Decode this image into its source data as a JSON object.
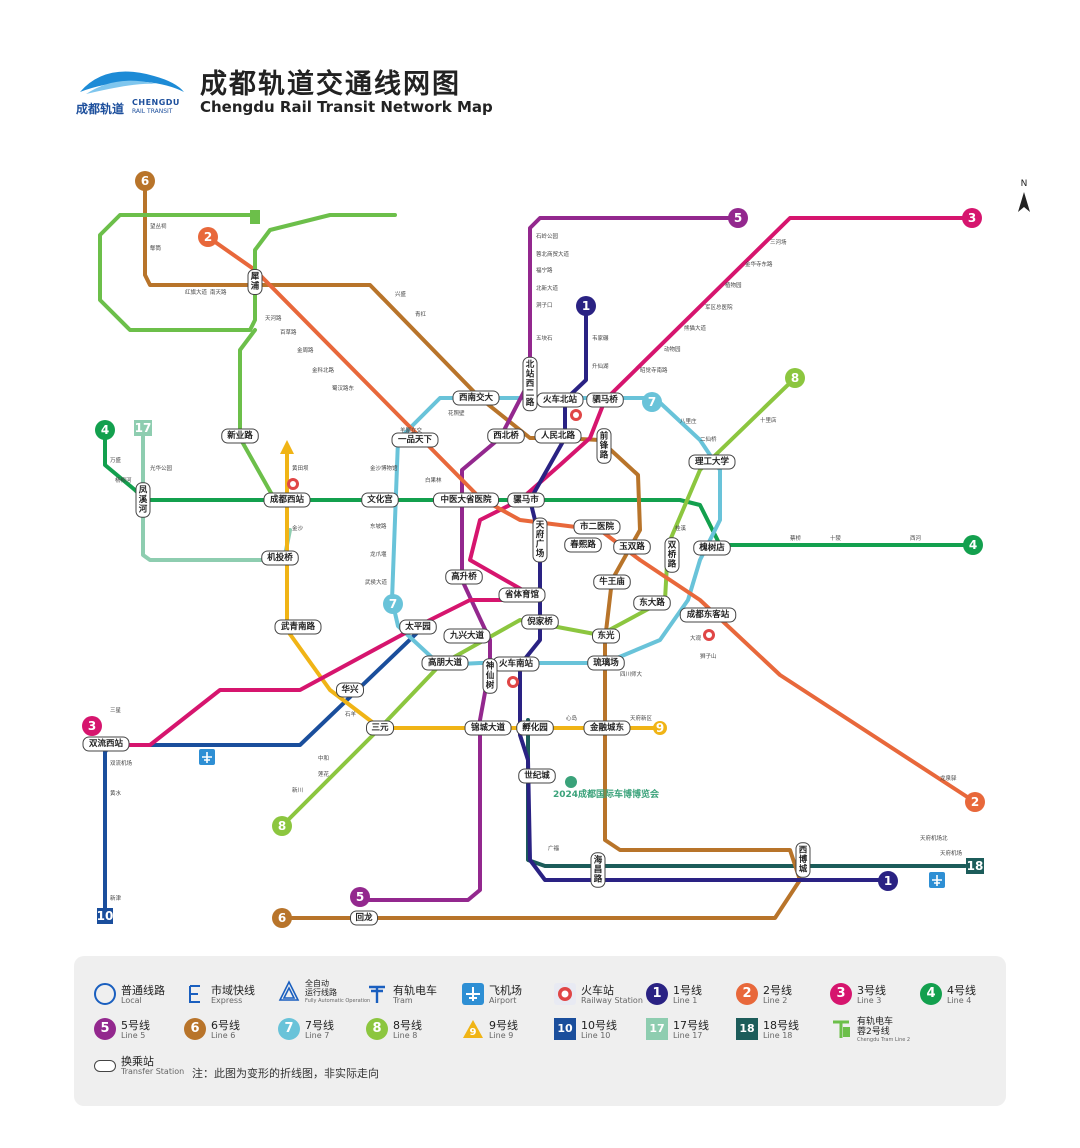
{
  "header": {
    "logo_cn": "成都轨道",
    "logo_en_1": "CHENGDU",
    "logo_en_2": "RAIL TRANSIT",
    "title_cn": "成都轨道交通线网图",
    "title_en": "Chengdu Rail Transit Network Map"
  },
  "compass": "N",
  "lines": [
    {
      "id": "1",
      "color": "#2a2283"
    },
    {
      "id": "2",
      "color": "#e8683b"
    },
    {
      "id": "3",
      "color": "#d6156e"
    },
    {
      "id": "4",
      "color": "#13a04e"
    },
    {
      "id": "5",
      "color": "#93288e"
    },
    {
      "id": "6",
      "color": "#b8742a"
    },
    {
      "id": "7",
      "color": "#69c3d9"
    },
    {
      "id": "8",
      "color": "#8cc63f"
    },
    {
      "id": "9",
      "color": "#f0b416"
    },
    {
      "id": "10",
      "color": "#1a4e9c"
    },
    {
      "id": "17",
      "color": "#8ecdb0"
    },
    {
      "id": "18",
      "color": "#1c5c5a"
    },
    {
      "id": "T2",
      "color": "#6cbf4a"
    }
  ],
  "transfer_stations": [
    "犀浦",
    "新业路",
    "成都西站",
    "文化宫",
    "一品天下",
    "中医大省医院",
    "西南交大",
    "西北桥",
    "北站西二路",
    "火车北站",
    "人民北路",
    "驷马桥",
    "前锋路",
    "骡马市",
    "天府广场",
    "市二医院",
    "春熙路",
    "玉双路",
    "双桥路",
    "理工大学",
    "槐树店",
    "牛王庙",
    "东大路",
    "成都东客站",
    "东光",
    "琉璃场",
    "省体育馆",
    "倪家桥",
    "高升桥",
    "九兴大道",
    "太平园",
    "武青南路",
    "机投桥",
    "高朋大道",
    "火车南站",
    "神仙树",
    "华兴",
    "三元",
    "锦城大道",
    "孵化园",
    "金融城东",
    "世纪城",
    "海昌路",
    "西博城",
    "回龙",
    "双流西站",
    "凤溪河"
  ],
  "stations": {
    "l3_north": "三河场",
    "l3_a": "金华寺东路",
    "l3_b": "植物园",
    "l3_c": "军区总医院",
    "l3_d": "熊猫大道",
    "l3_e": "动物园",
    "l3_f": "昭觉寺南路",
    "l1_a": "韦家碾",
    "l1_b": "升仙湖",
    "l5_a": "石岭公园",
    "l5_b": "蓉北商贸大道",
    "l5_c": "福宁路",
    "l5_d": "北新大道",
    "l5_e": "洞子口",
    "l5_f": "五块石",
    "l6_a": "望丛祠",
    "l6_b": "郫筒",
    "l6_c": "红旗大道",
    "l6_d": "南天路",
    "l6_e": "兴盛",
    "l6_f": "青杠",
    "l2_a": "天河路",
    "l2_b": "百草路",
    "l2_c": "金周路",
    "l2_d": "金科北路",
    "l2_e": "蜀汉路东",
    "l2_f": "白果林",
    "l7_a": "花照壁",
    "l7_b": "羊犀立交",
    "l7_c": "金沙博物馆",
    "l7_d": "东坡路",
    "l7_e": "龙爪堰",
    "l7_f": "武侯大道",
    "l7_g": "八里庄",
    "l7_h": "二仙桥",
    "l7_i": "大观",
    "l7_j": "狮子山",
    "l7_k": "四川师大",
    "l4_a": "万盛",
    "l4_b": "杨柳河",
    "l4_c": "光华公园",
    "l4_d": "蔡桥",
    "l4_e": "十陵",
    "l4_f": "西河",
    "l8_a": "十里店",
    "l8_b": "桂溪",
    "l8_c": "石羊",
    "l8_d": "中和",
    "l8_e": "新川",
    "l8_f": "莲花",
    "l9_a": "黄田坝",
    "l9_b": "金沙",
    "l9_c": "心岛",
    "l9_d": "天府新区",
    "l10_a": "双流机场",
    "l10_b": "黄水",
    "l10_c": "新津",
    "l18_a": "天府机场北",
    "l18_b": "天府机场",
    "l2_east": "龙泉驿",
    "l3_w": "三星",
    "l1_s": "广福"
  },
  "legend": {
    "local_cn": "普通线路",
    "local_en": "Local",
    "express_cn": "市域快线",
    "express_en": "Express",
    "auto_cn": "全自动\n运行线路",
    "auto_en": "Fully Automatic Operation",
    "tram_cn": "有轨电车",
    "tram_en": "Tram",
    "airport_cn": "飞机场",
    "airport_en": "Airport",
    "rail_cn": "火车站",
    "rail_en": "Railway Station",
    "line1_cn": "1号线",
    "line1_en": "Line 1",
    "line2_cn": "2号线",
    "line2_en": "Line 2",
    "line3_cn": "3号线",
    "line3_en": "Line 3",
    "line4_cn": "4号线",
    "line4_en": "Line 4",
    "line5_cn": "5号线",
    "line5_en": "Line 5",
    "line6_cn": "6号线",
    "line6_en": "Line 6",
    "line7_cn": "7号线",
    "line7_en": "Line 7",
    "line8_cn": "8号线",
    "line8_en": "Line 8",
    "line9_cn": "9号线",
    "line9_en": "Line 9",
    "line10_cn": "10号线",
    "line10_en": "Line 10",
    "line17_cn": "17号线",
    "line17_en": "Line 17",
    "line18_cn": "18号线",
    "line18_en": "Line 18",
    "tram2_cn": "有轨电车\n蓉2号线",
    "tram2_en": "Chengdu Tram Line 2",
    "transfer_cn": "换乘站",
    "transfer_en": "Transfer Station",
    "note": "注：此图为变形的折线图，非实际走向"
  },
  "expo_label": "2024成都国际车博博览会"
}
